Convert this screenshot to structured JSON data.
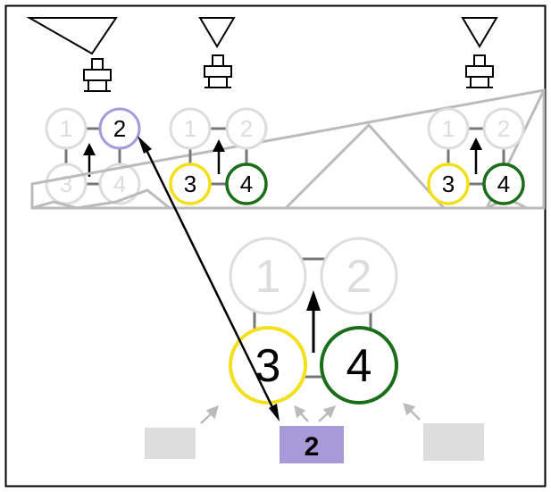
{
  "colors": {
    "frame": "#000000",
    "faded": "#dddddd",
    "gray": "#bbbbbb",
    "slider": "#777777",
    "yellow": "#f2e01a",
    "green": "#1a6e1a",
    "lavender": "#a89ad8",
    "black": "#000000"
  },
  "top_group_left": {
    "c1": "1",
    "c2": "2",
    "c3": "3",
    "c4": "4"
  },
  "top_group_mid": {
    "c1": "1",
    "c2": "2",
    "c3": "3",
    "c4": "4"
  },
  "top_group_right": {
    "c1": "1",
    "c2": "2",
    "c3": "3",
    "c4": "4"
  },
  "main_group": {
    "c1": "1",
    "c2": "2",
    "c3": "3",
    "c4": "4"
  },
  "selected_box": {
    "label": "2"
  },
  "icons": [
    "triangle-icon",
    "tractor-icon",
    "boom-sprayer-icon",
    "arrow-up-icon",
    "gray-box-icon"
  ]
}
